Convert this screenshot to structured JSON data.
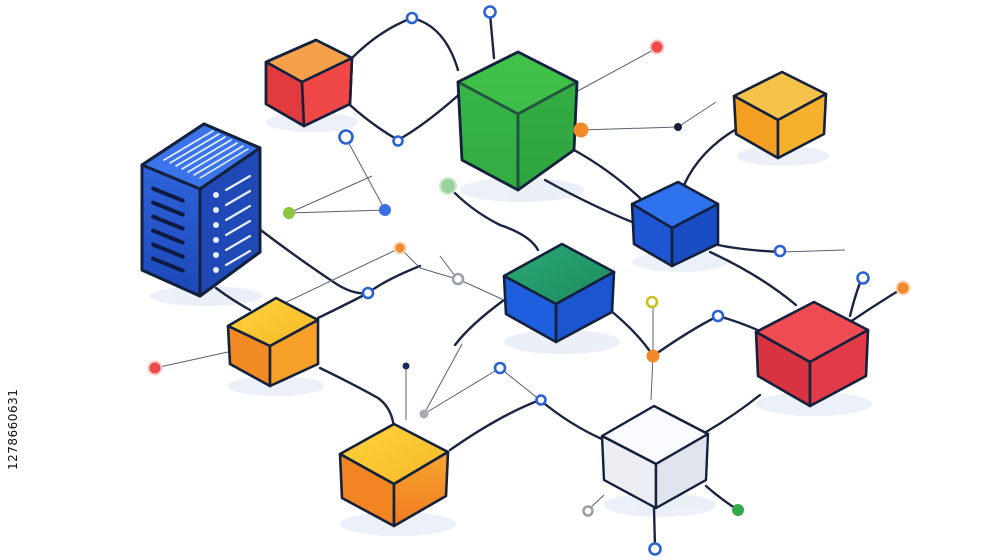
{
  "stock_id": "1278660631",
  "palette": {
    "outline": "#14213d",
    "red": "#e5404a",
    "orange": "#f2a24a",
    "yellow": "#f7c62f",
    "green": "#36b24a",
    "blue": "#1c5fe0",
    "teal": "#1f9a6a",
    "white": "#f3f4f8",
    "server": "#2653c9"
  },
  "nodes": [
    {
      "name": "server-icon",
      "kind": "server",
      "color": "server"
    },
    {
      "name": "cube-red-orange-top",
      "kind": "cube",
      "color": "red",
      "top": "orange"
    },
    {
      "name": "cube-green-large",
      "kind": "cube",
      "color": "green",
      "top": "green"
    },
    {
      "name": "cube-orange-right",
      "kind": "cube",
      "color": "orange",
      "top": "orange"
    },
    {
      "name": "cube-blue-right",
      "kind": "cube",
      "color": "blue",
      "top": "blue"
    },
    {
      "name": "cube-teal-blue-center",
      "kind": "cube",
      "color": "blue",
      "top": "teal"
    },
    {
      "name": "cube-yellow-orange-left",
      "kind": "cube",
      "color": "orange",
      "top": "yellow"
    },
    {
      "name": "cube-red-right",
      "kind": "cube",
      "color": "red",
      "top": "red"
    },
    {
      "name": "cube-yellow-orange-bottom",
      "kind": "cube",
      "color": "orange",
      "top": "yellow"
    },
    {
      "name": "cube-white-bottom",
      "kind": "cube",
      "color": "white",
      "top": "white"
    }
  ]
}
